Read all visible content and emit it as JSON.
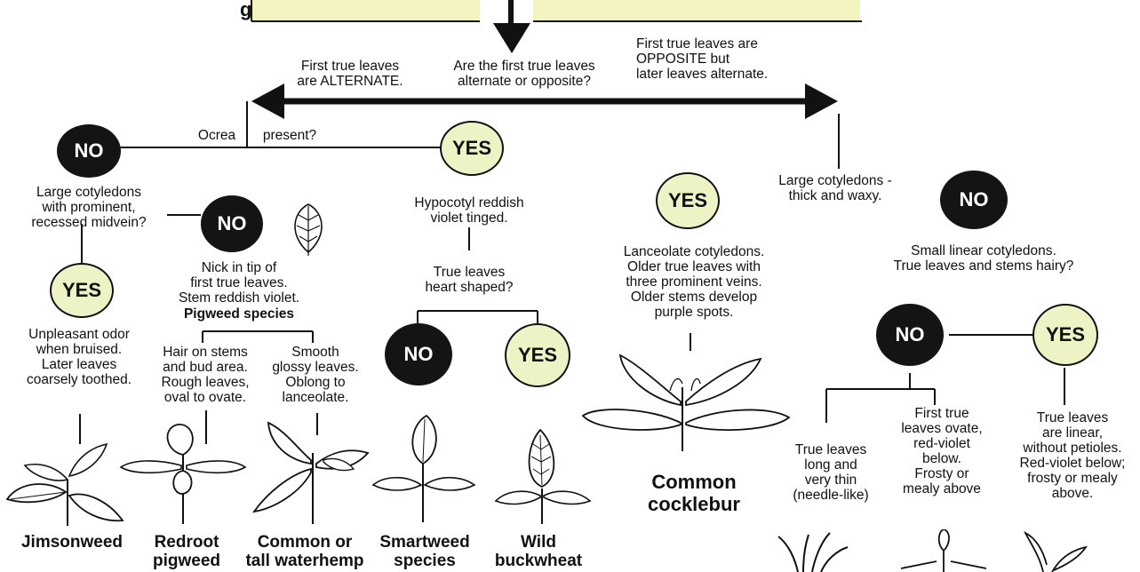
{
  "question_first_leaves": "Are the first true leaves\nalternate or opposite?",
  "left_branch": "First true leaves\nare ALTERNATE.",
  "right_branch": "First true leaves are\nOPPOSITE but\nlater leaves alternate.",
  "ocrea_left": "Ocrea",
  "ocrea_right": "present?",
  "cotyledon_question": "Large cotyledons\nwith prominent,\nrecessed midvein?",
  "unpleasant_odor": "Unpleasant odor\nwhen bruised.\nLater leaves\ncoarsely toothed.",
  "nick_tip": "Nick in tip of\nfirst true leaves.\nStem reddish violet.",
  "pigweed_species": "Pigweed species",
  "hair_on_stems": "Hair on stems\nand bud area.\nRough leaves,\noval to ovate.",
  "smooth_glossy": "Smooth\nglossy leaves.\nOblong to\nlanceolate.",
  "hypocotyl": "Hypocotyl reddish\nviolet tinged.",
  "heart_shaped": "True leaves\nheart shaped?",
  "lanceolate": "Lanceolate cotyledons.\nOlder true leaves with\nthree prominent veins.\nOlder stems develop\npurple spots.",
  "large_waxy": "Large cotyledons -\nthick and waxy.",
  "small_linear": "Small linear cotyledons.\nTrue leaves and stems hairy?",
  "needle_like": "True leaves\nlong and\nvery thin\n(needle-like)",
  "ovate_red_violet": "First true\nleaves ovate,\nred-violet\nbelow.\nFrosty or\nmealy above",
  "linear_petioles": "True leaves\nare linear,\nwithout petioles.\nRed-violet below;\nfrosty or mealy\nabove.",
  "badges": {
    "no_ocrea": "NO",
    "yes_ocrea": "YES",
    "no_cotyledon": "NO",
    "yes_cotyledon": "YES",
    "no_heart": "NO",
    "yes_heart": "YES",
    "yes_cocklebur": "YES",
    "no_waxy": "NO",
    "no_hairy": "NO",
    "yes_hairy": "YES"
  },
  "species": {
    "jimsonweed": "Jimsonweed",
    "redroot": "Redroot\npigweed",
    "waterhemp": "Common or\ntall waterhemp",
    "smartweed": "Smartweed\nspecies",
    "buckwheat": "Wild\nbuckwheat",
    "cocklebur": "Common\ncocklebur"
  },
  "colors": {
    "yes_fill": "#eef3c6",
    "no_fill": "#141414",
    "title_bar_fill": "#f3f4c0",
    "ink": "#111111"
  }
}
